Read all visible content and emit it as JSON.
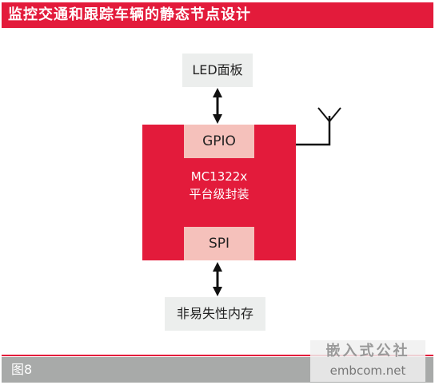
{
  "title": "监控交通和跟踪车辆的静态节点设计",
  "diagram": {
    "led_panel": "LED面板",
    "gpio": "GPIO",
    "chip_line1": "MC1322x",
    "chip_line2": "平台级封装",
    "spi": "SPI",
    "memory": "非易失性内存"
  },
  "figure_label": "图8",
  "watermark": {
    "cn": "嵌入式公社",
    "en": "embcom.net"
  },
  "colors": {
    "accent_red": "#e31b3b",
    "pink": "#f5c1bb",
    "gray_box": "#eceeed",
    "bottom_gray": "#a8aaa9"
  }
}
